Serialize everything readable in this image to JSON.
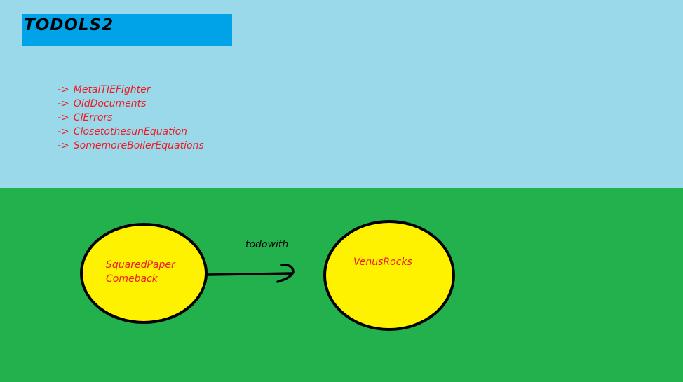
{
  "title": "TODOLS2",
  "todo_items": [
    {
      "arrow": "->",
      "label": "MetalTIEFighter"
    },
    {
      "arrow": "->",
      "label": "OldDocuments"
    },
    {
      "arrow": "->",
      "label": "ClErrors"
    },
    {
      "arrow": "->",
      "label": "ClosetothesunEquation"
    },
    {
      "arrow": "->",
      "label": "SomemoreBoilerEquations"
    }
  ],
  "diagram": {
    "nodes": [
      {
        "id": "node1",
        "line1": "SquaredPaper",
        "line2": "Comeback"
      },
      {
        "id": "node2",
        "line1": "VenusRocks"
      }
    ],
    "edge": {
      "from": "node1",
      "to": "node2",
      "label": "todowith"
    }
  },
  "colors": {
    "sky": "#99d9ea",
    "ground": "#22b14c",
    "title_box": "#00a2e8",
    "text_red": "#ed1c24",
    "node_fill": "#fff200",
    "outline": "#000000"
  }
}
